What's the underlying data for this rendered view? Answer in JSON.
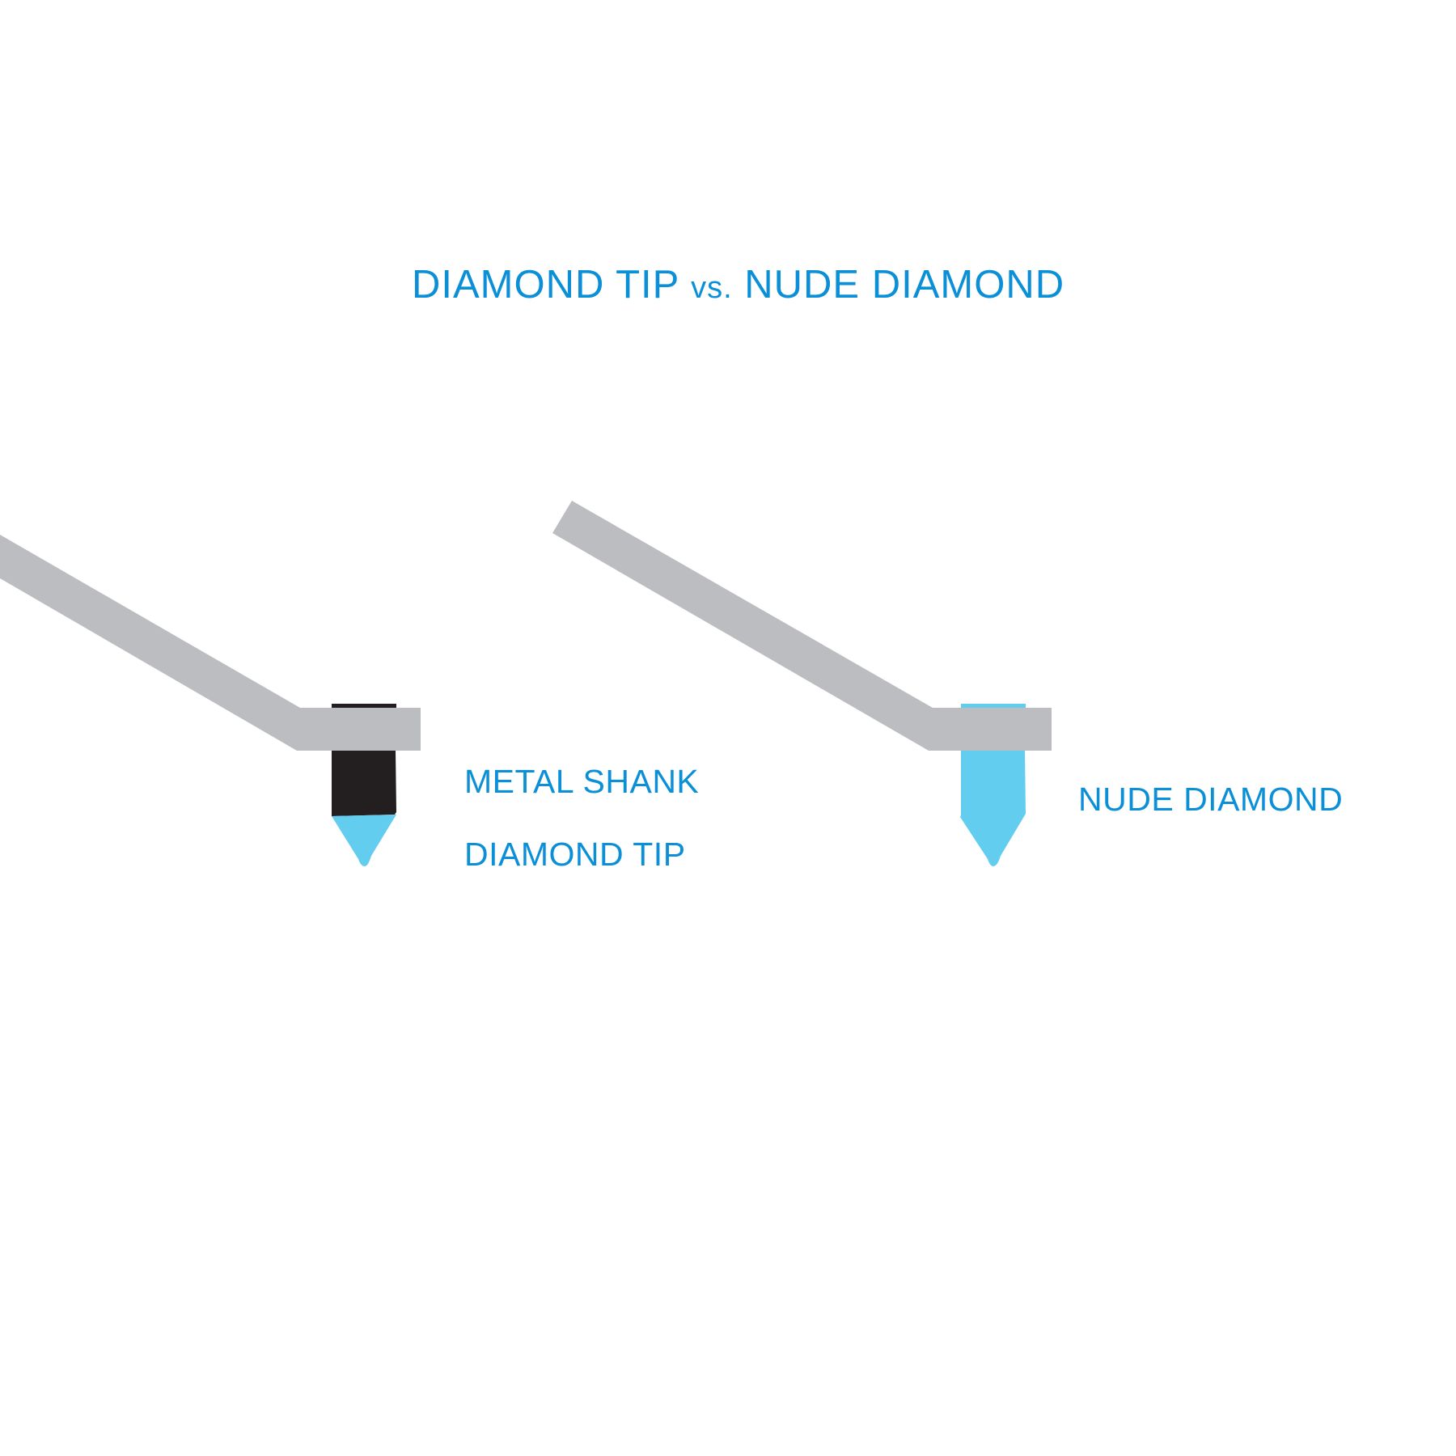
{
  "title": {
    "part1": "DIAMOND TIP ",
    "vs": "vs.",
    "part2": " NUDE DIAMOND"
  },
  "left": {
    "label_shank": "METAL SHANK",
    "label_tip": "DIAMOND TIP"
  },
  "right": {
    "label": "NUDE DIAMOND"
  },
  "colors": {
    "text": "#0b8fd6",
    "arm": "#bcbdc0",
    "shank": "#231f20",
    "diamond": "#63cdef"
  }
}
